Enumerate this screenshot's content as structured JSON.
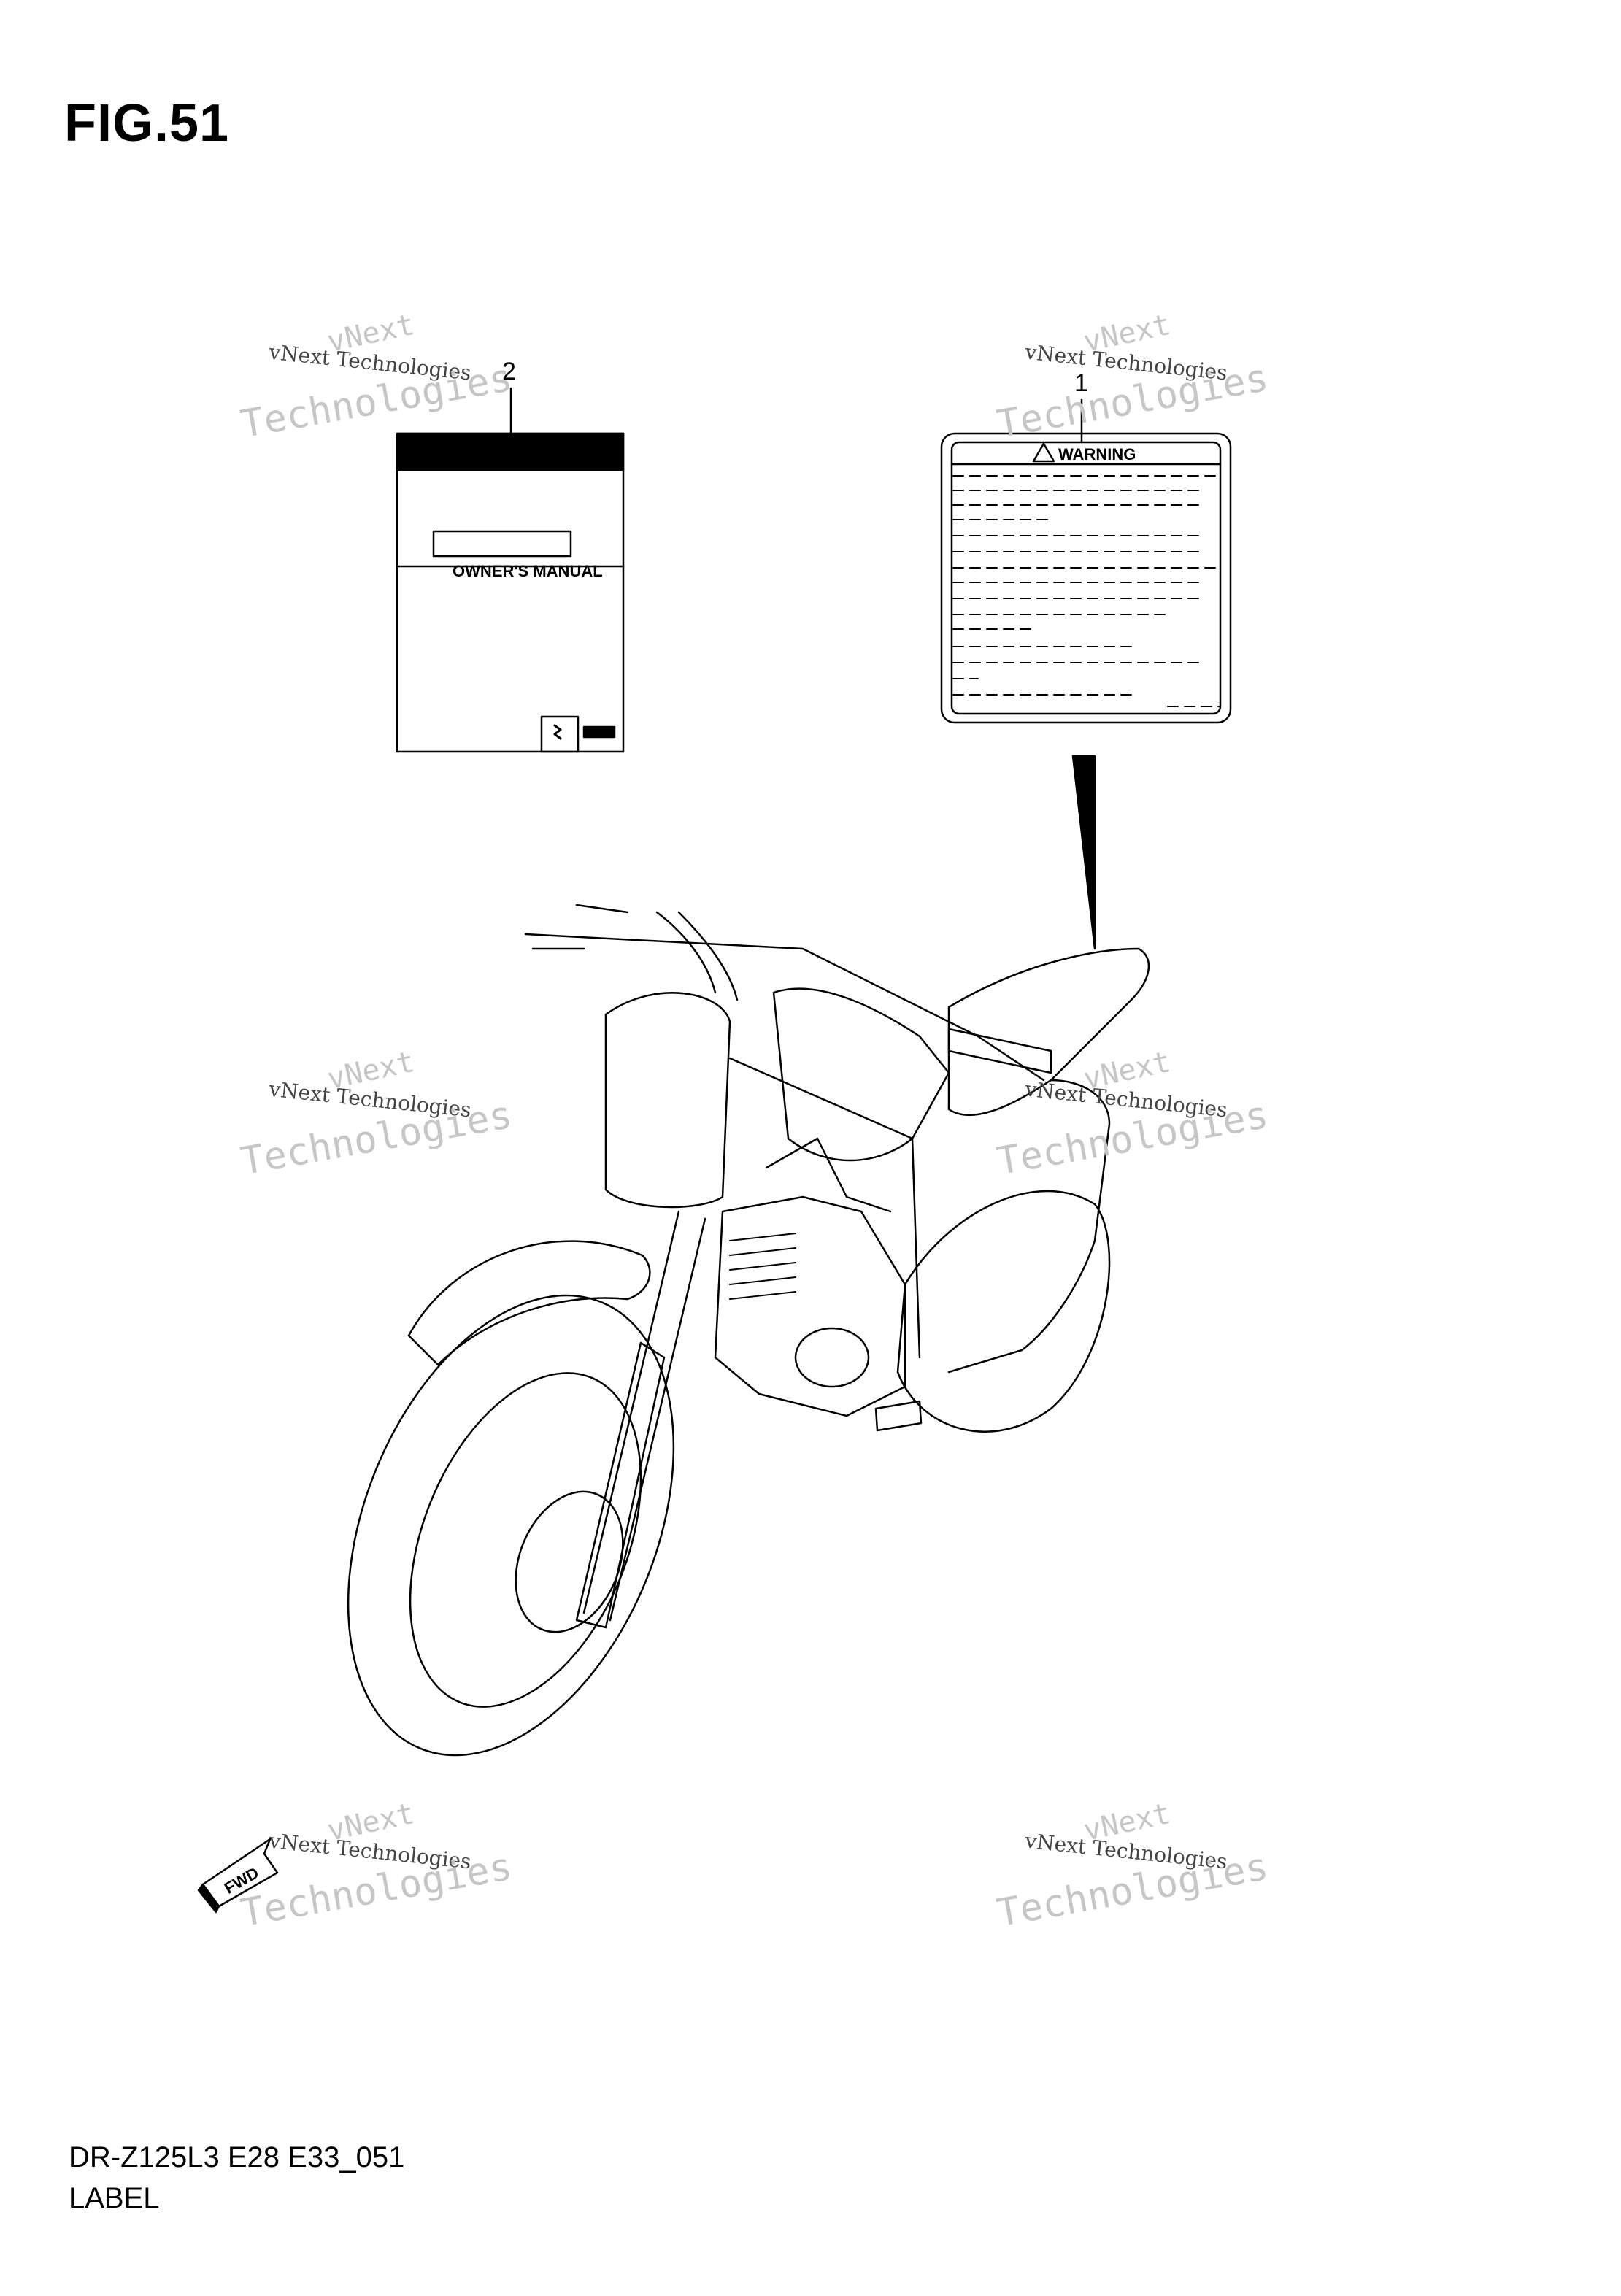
{
  "figure": {
    "title": "FIG.51"
  },
  "callouts": {
    "manual_number": "2",
    "warning_label_number": "1"
  },
  "owners_manual": {
    "cover_text": "OWNER'S MANUAL"
  },
  "warning_label": {
    "heading": "WARNING"
  },
  "fwd_arrow": {
    "text": "FWD"
  },
  "watermark": {
    "brand_line1": "vNext",
    "brand_line2": "vNext Technologies",
    "brand_line3": "Technologies"
  },
  "footer": {
    "model_code": "DR-Z125L3 E28 E33_051",
    "section_name": "LABEL"
  },
  "colors": {
    "ink": "#000000",
    "watermark": "#c6c6c6",
    "background": "#ffffff"
  }
}
